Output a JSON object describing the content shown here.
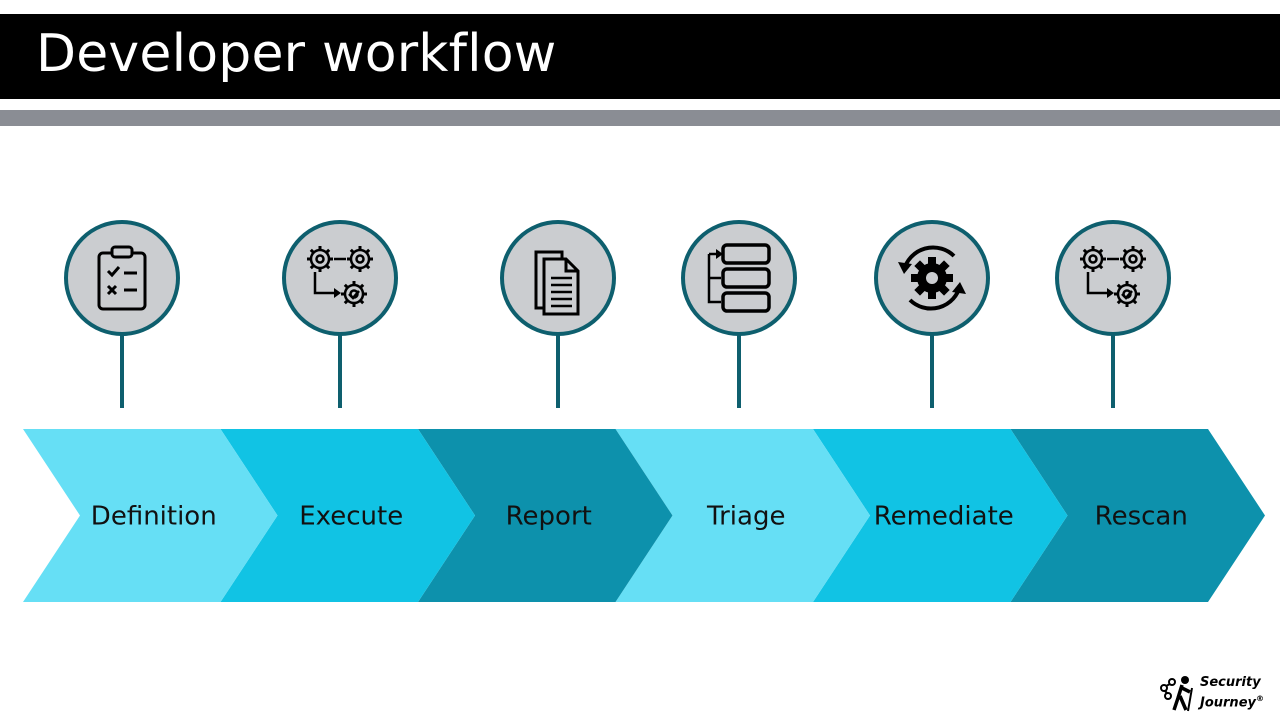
{
  "title": "Developer workflow",
  "steps": [
    {
      "label": "Definition",
      "icon": "clipboard-checklist-icon"
    },
    {
      "label": "Execute",
      "icon": "gears-process-icon"
    },
    {
      "label": "Report",
      "icon": "documents-icon"
    },
    {
      "label": "Triage",
      "icon": "stacked-list-icon"
    },
    {
      "label": "Remediate",
      "icon": "gear-cycle-icon"
    },
    {
      "label": "Rescan",
      "icon": "gears-process-icon"
    }
  ],
  "logo": {
    "line1": "Security",
    "line2": "Journey",
    "mark": "®"
  },
  "colors": {
    "title_bar": "#000000",
    "rule": "#8a8d94",
    "chevron_light": "#66dff5",
    "chevron_mid": "#11c3e4",
    "chevron_dark": "#0d91ac",
    "circle_fill": "#cbcdd0",
    "circle_stroke": "#0e5f6e",
    "stem": "#0e5f6e"
  }
}
